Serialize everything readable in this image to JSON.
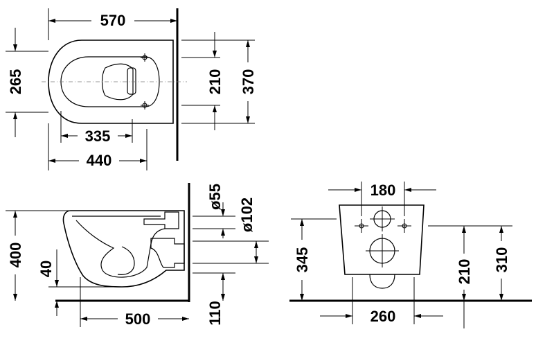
{
  "top_view": {
    "dims": {
      "overall_length": "570",
      "overall_width": "265",
      "fixing_spacing": "210",
      "depth_from_wall": "370",
      "rim_length": "335",
      "bowl_length": "440"
    }
  },
  "side_view": {
    "dims": {
      "height": "400",
      "drain_height": "40",
      "projection": "500",
      "inlet_diameter": "ø55",
      "outlet_diameter": "ø102",
      "outlet_height": "110"
    }
  },
  "rear_view": {
    "dims": {
      "bolt_spacing": "180",
      "height": "345",
      "inlet_height": "210",
      "outlet_height": "310",
      "width": "260"
    }
  }
}
